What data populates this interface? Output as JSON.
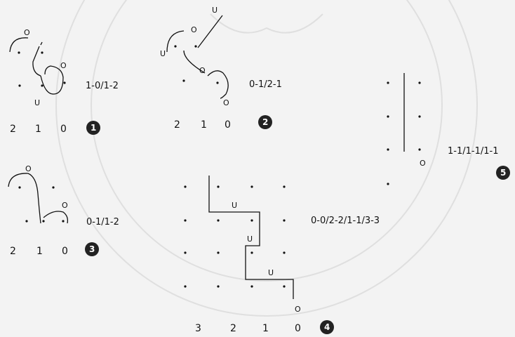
{
  "marks": {
    "o": "O",
    "u": "U"
  },
  "diagrams": [
    {
      "number": "1",
      "notation": "1-0/1-2",
      "axis": [
        "2",
        "1",
        "0"
      ]
    },
    {
      "number": "2",
      "notation": "0-1/2-1",
      "axis": [
        "2",
        "1",
        "0"
      ]
    },
    {
      "number": "3",
      "notation": "0-1/1-2",
      "axis": [
        "2",
        "1",
        "0"
      ]
    },
    {
      "number": "4",
      "notation": "0-0/2-2/1-1/3-3",
      "axis": [
        "3",
        "2",
        "1",
        "0"
      ]
    },
    {
      "number": "5",
      "notation": "1-1/1-1/1-1",
      "axis": []
    }
  ]
}
